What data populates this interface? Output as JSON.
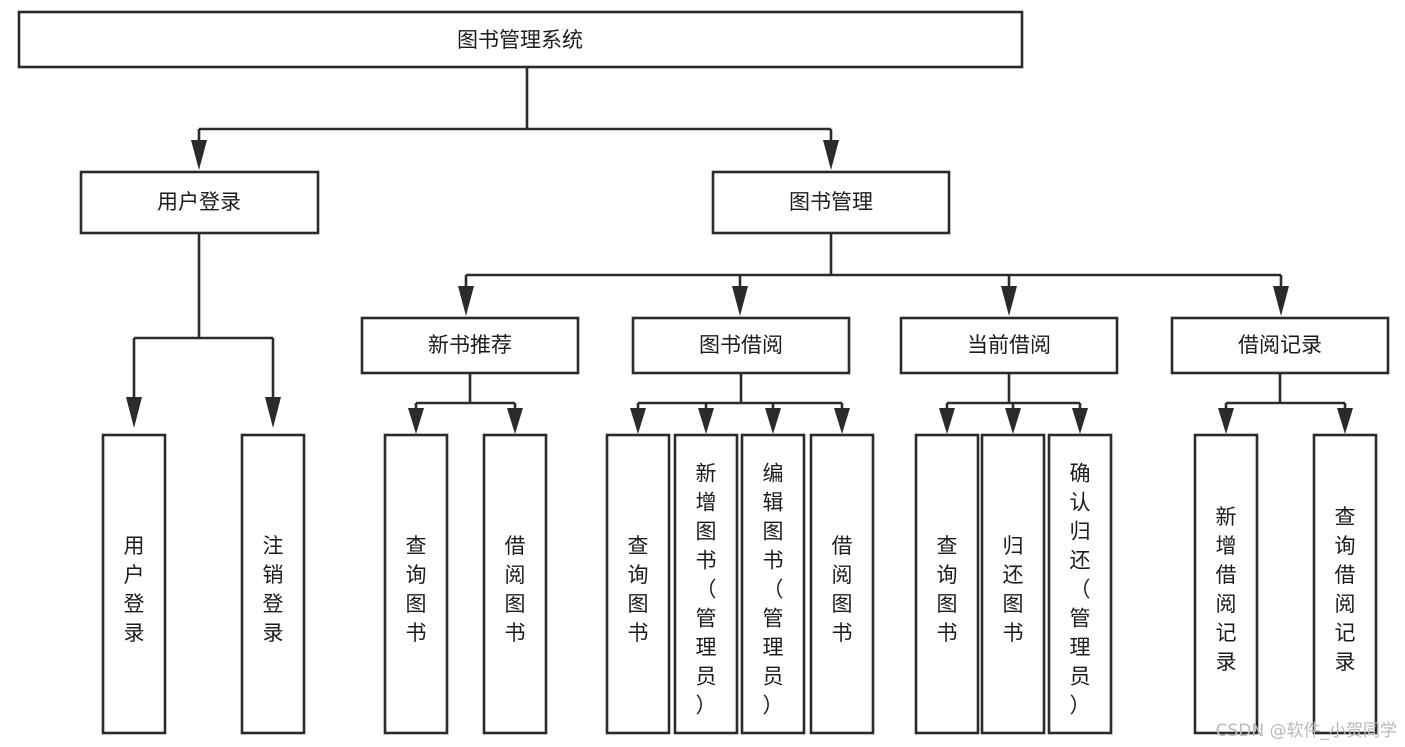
{
  "diagram": {
    "type": "tree",
    "title": "图书管理系统",
    "watermark": "CSDN @软件_小贺同学",
    "colors": {
      "stroke": "#2b2b2b",
      "fill": "#ffffff",
      "text": "#1c1c1c",
      "watermark": "#b9b9b9",
      "background": "#ffffff"
    },
    "root": {
      "label": "图书管理系统"
    },
    "level1": [
      {
        "label": "用户登录"
      },
      {
        "label": "图书管理"
      }
    ],
    "level2": [
      {
        "label": "新书推荐"
      },
      {
        "label": "图书借阅"
      },
      {
        "label": "当前借阅"
      },
      {
        "label": "借阅记录"
      }
    ],
    "leaves": {
      "user_login": [
        {
          "label": "用户登录"
        },
        {
          "label": "注销登录"
        }
      ],
      "new_book_recommend": [
        {
          "label": "查询图书"
        },
        {
          "label": "借阅图书"
        }
      ],
      "book_borrow": [
        {
          "label": "查询图书"
        },
        {
          "label": "新增图书（管理员）"
        },
        {
          "label": "编辑图书（管理员）"
        },
        {
          "label": "借阅图书"
        }
      ],
      "current_borrow": [
        {
          "label": "查询图书"
        },
        {
          "label": "归还图书"
        },
        {
          "label": "确认归还（管理员）"
        }
      ],
      "borrow_record": [
        {
          "label": "新增借阅记录"
        },
        {
          "label": "查询借阅记录"
        }
      ]
    }
  }
}
